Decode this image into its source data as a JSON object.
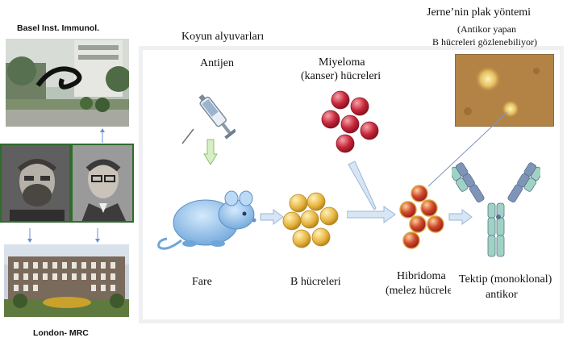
{
  "left_column": {
    "top_caption": "Basel Inst. Immunol.",
    "bottom_caption": "London- MRC"
  },
  "diagram": {
    "panel_title": "Koyun alyuvarları",
    "top_right_title": "Jerne’nin plak yöntemi",
    "top_right_note_line1": "(Antikor yapan",
    "top_right_note_line2": "B hücreleri gözlenebiliyor)",
    "antigen_label": "Antijen",
    "myeloma_line1": "Miyeloma",
    "myeloma_line2": "(kanser) hücreleri",
    "mouse_label": "Fare",
    "bcells_label": "B hücreleri",
    "hybridoma_line1": "Hibridoma",
    "hybridoma_line2": "(melez hücreler",
    "antibody_line1": "Tektip (monoklonal)",
    "antibody_line2": "antikor"
  },
  "colors": {
    "panel_border": "#eef0f2",
    "mouse": "#8fc1ee",
    "arrow": "#a9c3e0",
    "b_cell": "#e5b13a",
    "myeloma_cell": "#c8283a",
    "antibody_heavy": "#7f95b8",
    "antibody_light": "#9ed3c3"
  }
}
